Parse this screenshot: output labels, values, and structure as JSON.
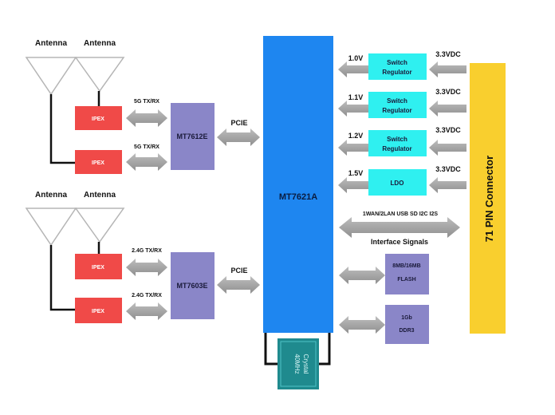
{
  "antennas": {
    "top_left": "Antenna",
    "top_right": "Antenna",
    "bottom_left": "Antenna",
    "bottom_right": "Antenna"
  },
  "ipex": {
    "label": "IPEX",
    "color": "#f04a48"
  },
  "links": {
    "tx5_top": "5G TX/RX",
    "tx5_bottom": "5G TX/RX",
    "tx24_top": "2.4G TX/RX",
    "tx24_bottom": "2.4G TX/RX",
    "pcie_top": "PCIE",
    "pcie_bottom": "PCIE"
  },
  "chips": {
    "mt7612e": "MT7612E",
    "mt7603e": "MT7603E",
    "mt7621a": "MT7621A",
    "chip_color": "#8a86c8",
    "main_color": "#1e86f0"
  },
  "regulators": [
    {
      "voltage": "1.0V",
      "input": "3.3VDC",
      "line1": "Switch",
      "line2": "Regulator"
    },
    {
      "voltage": "1.1V",
      "input": "3.3VDC",
      "line1": "Switch",
      "line2": "Regulator"
    },
    {
      "voltage": "1.2V",
      "input": "3.3VDC",
      "line1": "Switch",
      "line2": "Regulator"
    },
    {
      "voltage": "1.5V",
      "input": "3.3VDC",
      "line1": "LDO",
      "line2": ""
    }
  ],
  "regulator_color": "#2ff0f0",
  "interface": {
    "top": "1WAN/2LAN USB SD I2C I2S",
    "bottom": "Interface Signals"
  },
  "flash": {
    "line1": "8MB/16MB",
    "line2": "FLASH"
  },
  "ddr": {
    "line1": "1Gb",
    "line2": "DDR3"
  },
  "connector": {
    "label": "71 PIN Connector",
    "color": "#f9cf2e"
  },
  "crystal": {
    "line1": "40MHz",
    "line2": "Crystal",
    "color": "#1f8a8e"
  },
  "arrow_color": "#a3a3a3"
}
